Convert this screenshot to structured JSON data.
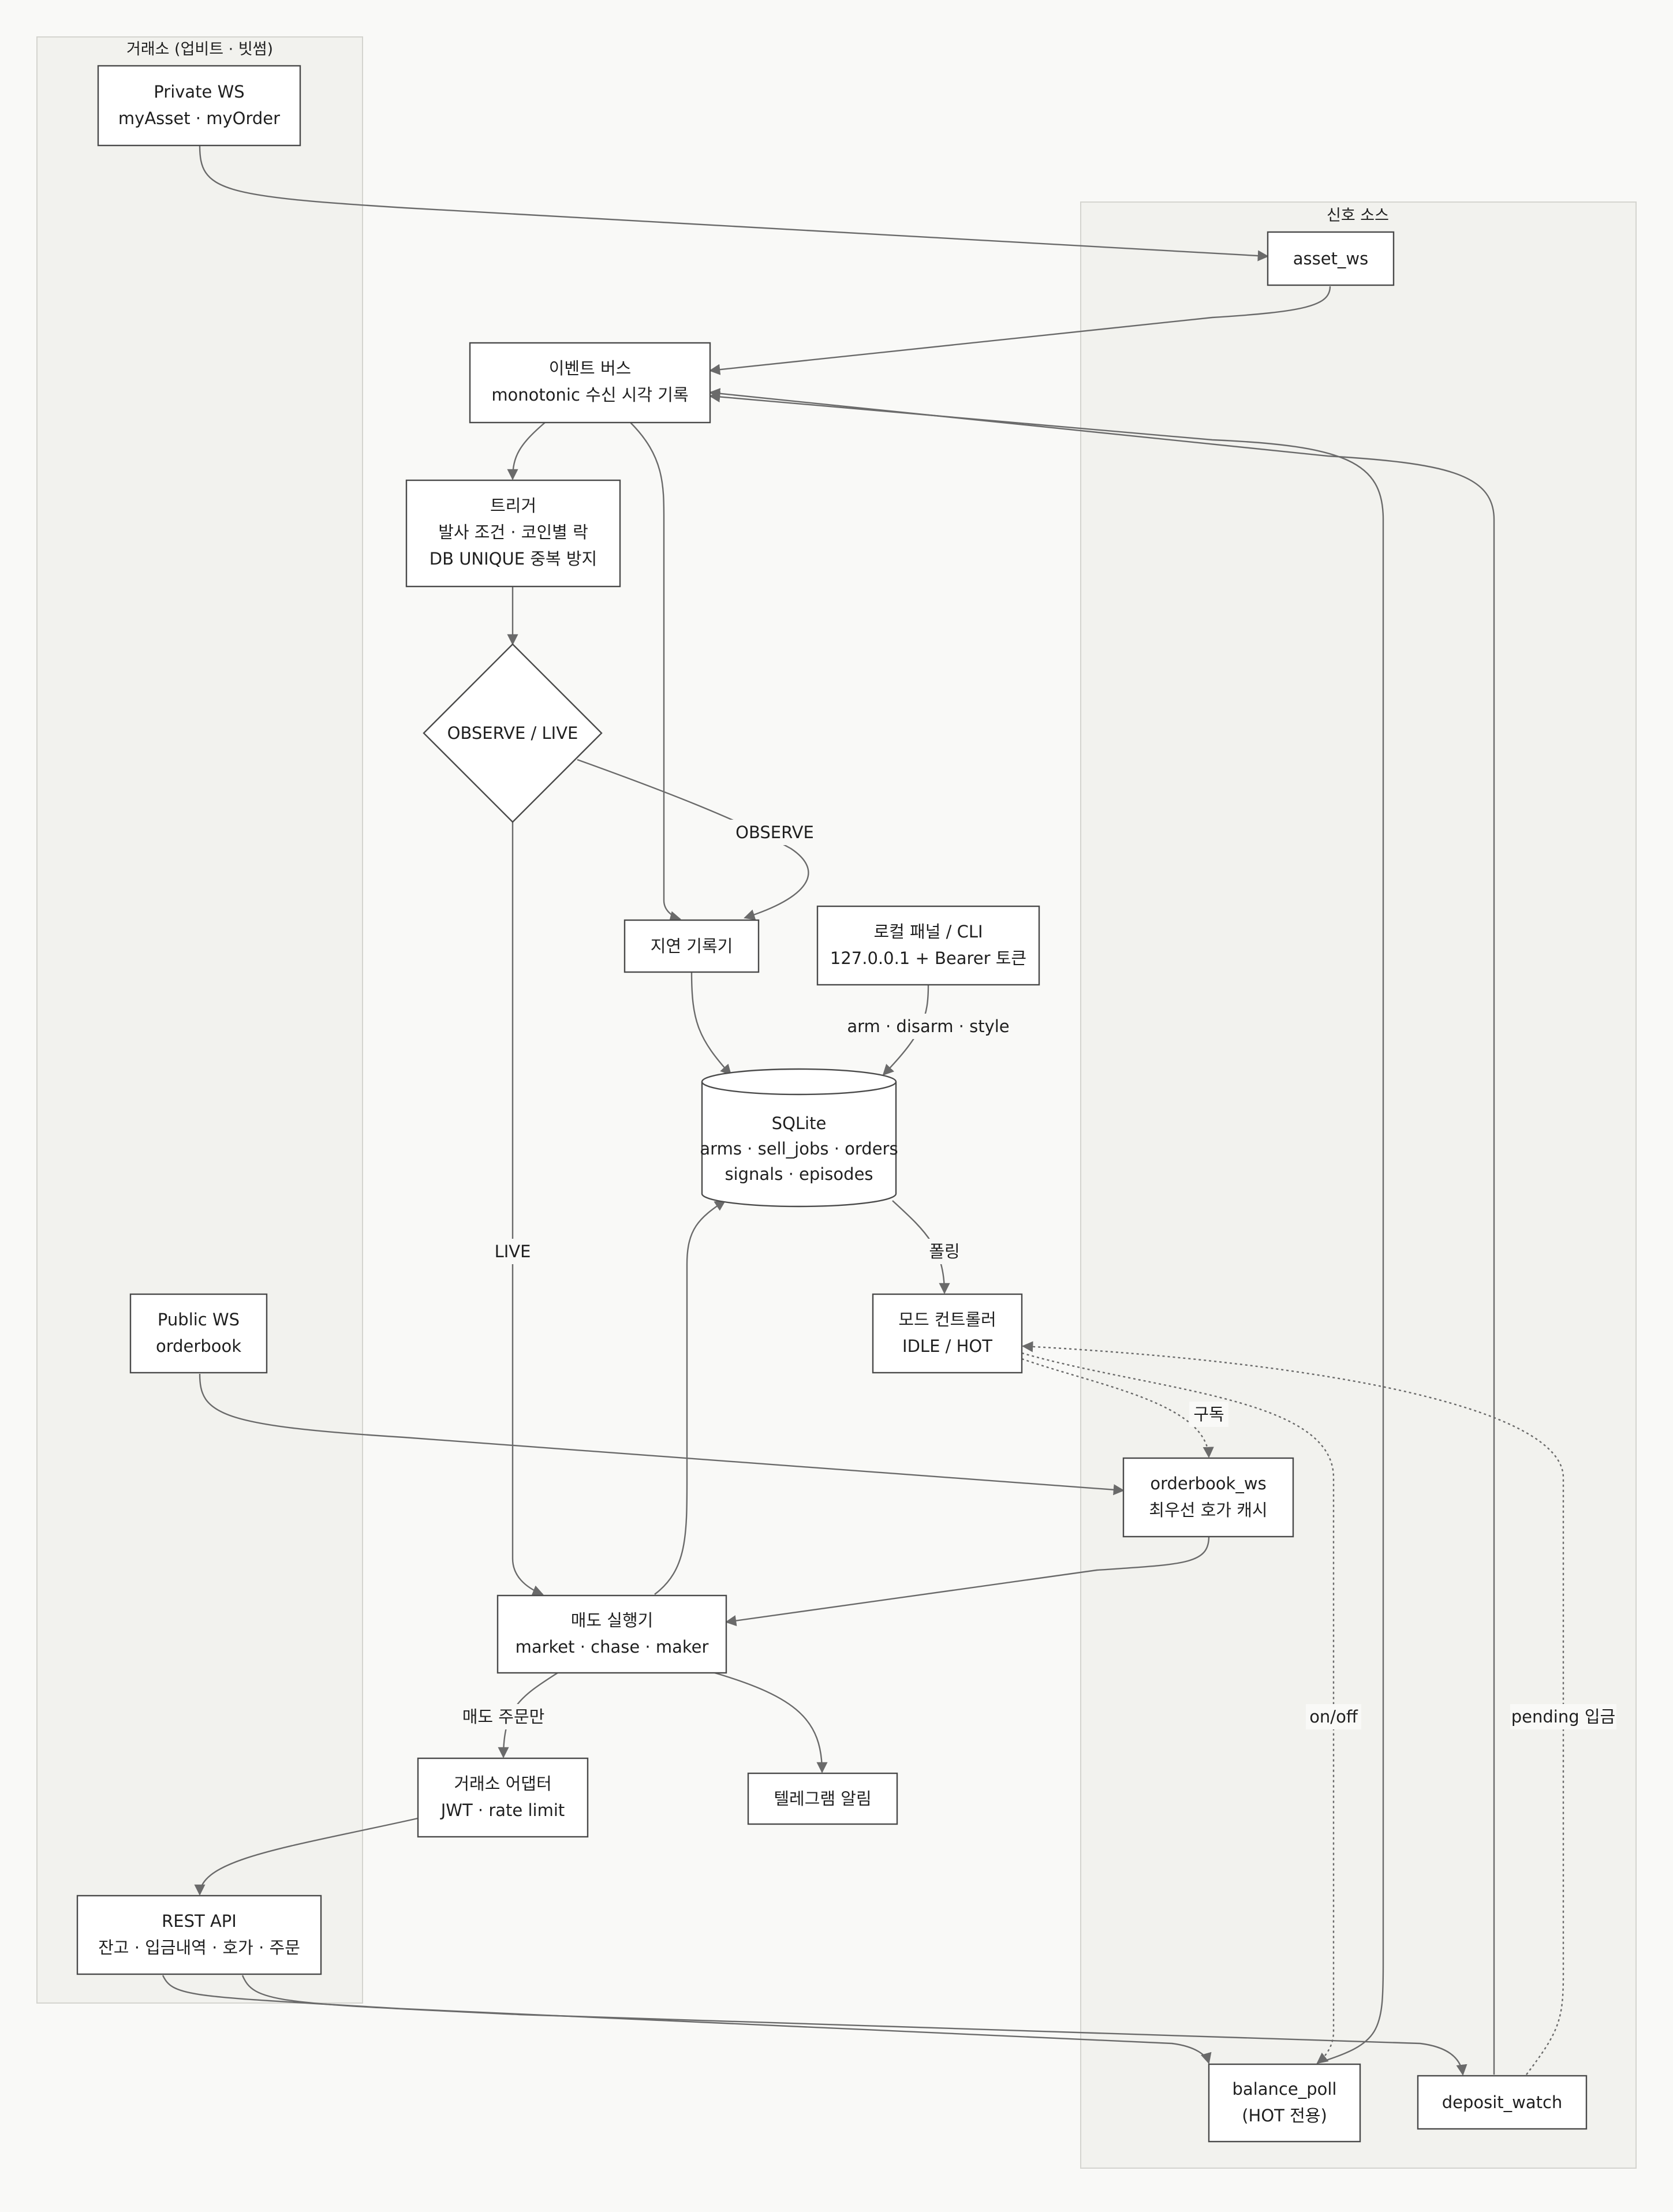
{
  "clusters": {
    "exchange": "거래소 (업비트 · 빗썸)",
    "signal_source": "신호 소스"
  },
  "nodes": {
    "private_ws": [
      "Private WS",
      "myAsset · myOrder"
    ],
    "asset_ws": [
      "asset_ws"
    ],
    "event_bus": [
      "이벤트 버스",
      "monotonic 수신 시각 기록"
    ],
    "trigger": [
      "트리거",
      "발사 조건 · 코인별 락",
      "DB UNIQUE 중복 방지"
    ],
    "mode_decision": [
      "OBSERVE / LIVE"
    ],
    "latency_recorder": [
      "지연 기록기"
    ],
    "local_panel": [
      "로컬 패널 / CLI",
      "127.0.0.1 + Bearer 토큰"
    ],
    "sqlite": [
      "SQLite",
      "arms · sell_jobs · orders",
      "signals · episodes"
    ],
    "mode_controller": [
      "모드 컨트롤러",
      "IDLE / HOT"
    ],
    "public_ws": [
      "Public WS",
      "orderbook"
    ],
    "orderbook_ws": [
      "orderbook_ws",
      "최우선 호가 캐시"
    ],
    "sell_executor": [
      "매도 실행기",
      "market · chase · maker"
    ],
    "exchange_adapter": [
      "거래소 어댑터",
      "JWT · rate limit"
    ],
    "telegram": [
      "텔레그램 알림"
    ],
    "rest_api": [
      "REST API",
      "잔고 · 입금내역 · 호가 · 주문"
    ],
    "balance_poll": [
      "balance_poll",
      "(HOT 전용)"
    ],
    "deposit_watch": [
      "deposit_watch"
    ]
  },
  "edge_labels": {
    "observe": "OBSERVE",
    "live": "LIVE",
    "arm": "arm · disarm · style",
    "poll": "폴링",
    "subscribe": "구독",
    "onoff": "on/off",
    "pending": "pending 입금",
    "sell_only": "매도 주문만"
  }
}
